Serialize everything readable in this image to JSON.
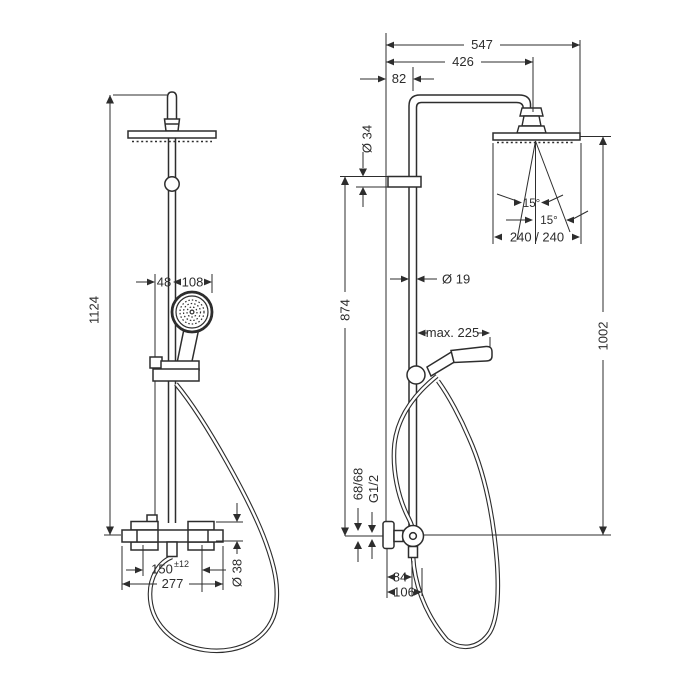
{
  "drawing": {
    "background": "#ffffff",
    "line_color": "#2d2d2d",
    "views": {
      "front": {
        "dims": {
          "total_height": "1124",
          "wall_to_bar": "48",
          "bar_to_head_edge": "108",
          "connection_centers": "150",
          "connection_tolerance": "±12",
          "valve_width": "277",
          "valve_diameter": "Ø 38"
        }
      },
      "side": {
        "dims": {
          "arm_total": "547",
          "arm_reach": "426",
          "wall_offset": "82",
          "bracket_diameter": "Ø 34",
          "pipe_diameter": "Ø 19",
          "spray_angle_a": "15°",
          "spray_angle_b": "15°",
          "head_size": "240 / 240",
          "bar_height": "874",
          "head_height": "1002",
          "handshower_reach": "max. 225",
          "supply_offset": "68/68",
          "thread": "G1/2",
          "hose_clearance_a": "84",
          "hose_clearance_b": "106"
        }
      }
    }
  }
}
